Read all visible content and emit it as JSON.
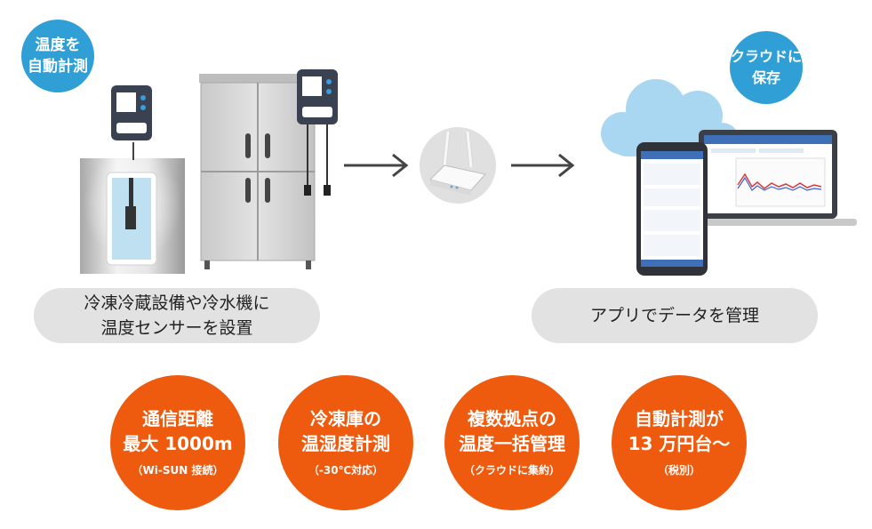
{
  "badges": {
    "left_line1": "温度を",
    "left_line2": "自動計測",
    "right_line1": "クラウドに",
    "right_line2": "保存"
  },
  "captions": {
    "left_line1": "冷凍冷蔵設備や冷水機に",
    "left_line2": "温度センサーを設置",
    "right": "アプリでデータを管理"
  },
  "features": [
    {
      "line1": "通信距離",
      "line2": "最大 1000m",
      "note": "（Wi-SUN 接続）"
    },
    {
      "line1": "冷凍庫の",
      "line2": "温湿度計測",
      "note": "（-30℃対応）"
    },
    {
      "line1": "複数拠点の",
      "line2": "温度一括管理",
      "note": "（クラウドに集約）"
    },
    {
      "line1": "自動計測が",
      "line2": "13 万円台〜",
      "note": "（税別）"
    }
  ],
  "colors": {
    "blue_badge": "#2f9fd6",
    "orange": "#ee5a0e",
    "pill": "#e2e2e2",
    "cloud": "#a9d7f2"
  }
}
